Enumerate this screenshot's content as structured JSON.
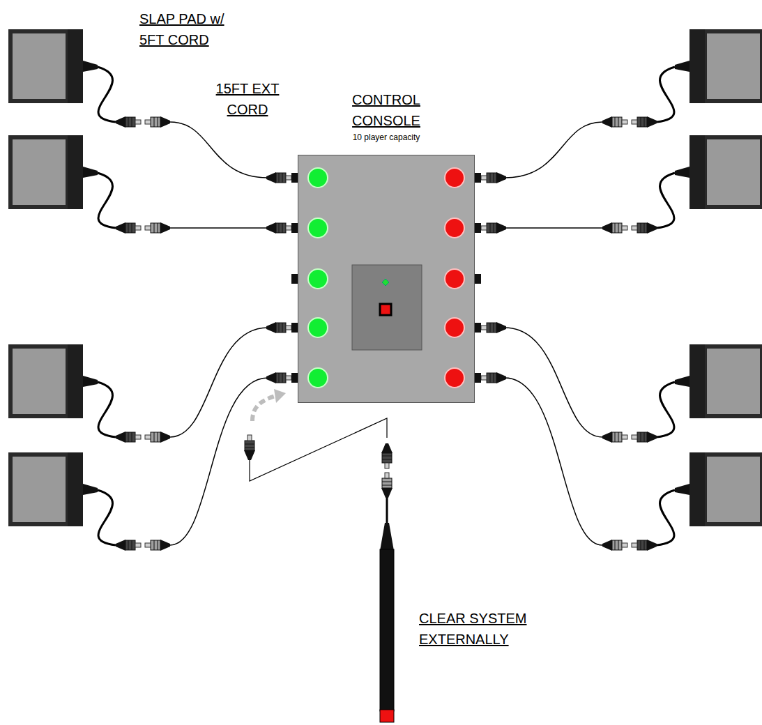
{
  "diagram": {
    "nodes": [
      {
        "text": [
          "CONTROL CONSOLE",
          "10 player capacity"
        ]
      }
    ],
    "labels": [
      "SLAP PAD w/ 5FT CORD",
      "15FT EXT CORD",
      "CLEAR SYSTEM EXTERNALLY"
    ]
  }
}
